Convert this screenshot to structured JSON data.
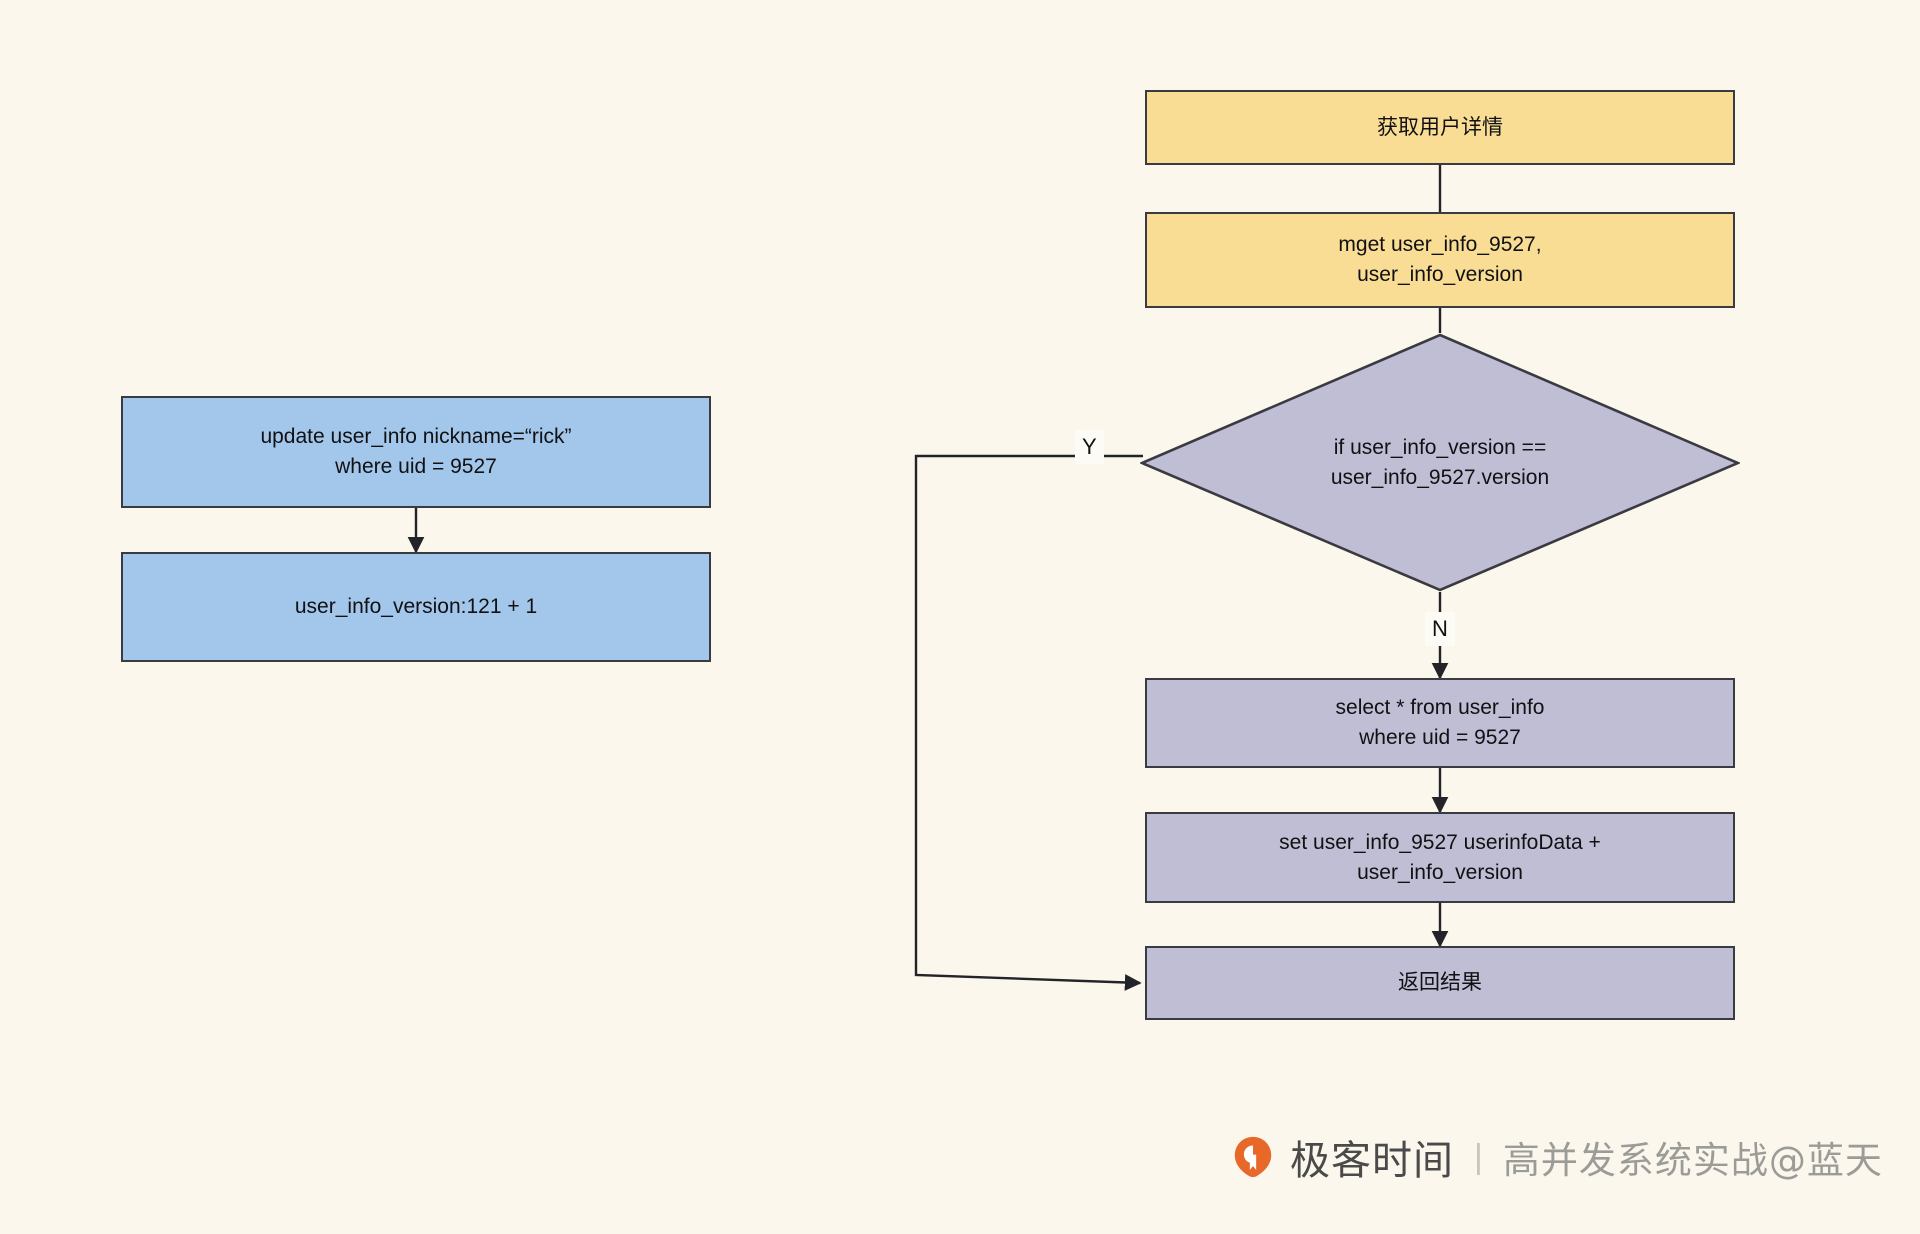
{
  "diagram": {
    "type": "flowchart",
    "background_color": "#fcf7ec",
    "colors": {
      "yellow_fill": "#f9dd94",
      "blue_fill": "#a3c7ea",
      "purple_fill": "#bfbed4",
      "stroke": "#3a3a42",
      "text": "#111114"
    },
    "left_branch": {
      "nodes": [
        {
          "id": "update-user-info",
          "shape": "rectangle",
          "fill": "blue",
          "text": "update user_info nickname=“rick”\nwhere uid = 9527"
        },
        {
          "id": "user-info-version-increment",
          "shape": "rectangle",
          "fill": "blue",
          "text": "user_info_version:121 + 1"
        }
      ],
      "edges": [
        {
          "from": "update-user-info",
          "to": "user-info-version-increment",
          "label": ""
        }
      ]
    },
    "right_branch": {
      "nodes": [
        {
          "id": "get-user-detail",
          "shape": "rectangle",
          "fill": "yellow",
          "text": "获取用户详情"
        },
        {
          "id": "mget-keys",
          "shape": "rectangle",
          "fill": "yellow",
          "text": "mget user_info_9527,\nuser_info_version"
        },
        {
          "id": "version-check",
          "shape": "diamond",
          "fill": "purple",
          "text": "if user_info_version ==\nuser_info_9527.version"
        },
        {
          "id": "select-user-info",
          "shape": "rectangle",
          "fill": "purple",
          "text": "select * from  user_info\nwhere uid = 9527"
        },
        {
          "id": "set-cache",
          "shape": "rectangle",
          "fill": "purple",
          "text": "set user_info_9527  userinfoData +\nuser_info_version"
        },
        {
          "id": "return-result",
          "shape": "rectangle",
          "fill": "purple",
          "text": "返回结果"
        }
      ],
      "edges": [
        {
          "from": "get-user-detail",
          "to": "mget-keys",
          "label": ""
        },
        {
          "from": "mget-keys",
          "to": "version-check",
          "label": ""
        },
        {
          "from": "version-check",
          "to": "return-result",
          "label": "Y"
        },
        {
          "from": "version-check",
          "to": "select-user-info",
          "label": "N"
        },
        {
          "from": "select-user-info",
          "to": "set-cache",
          "label": ""
        },
        {
          "from": "set-cache",
          "to": "return-result",
          "label": ""
        }
      ]
    },
    "edge_labels": {
      "yes": "Y",
      "no": "N"
    }
  },
  "watermark": {
    "brand": "极客时间",
    "separator": "|",
    "subtitle": "高并发系统实战@蓝天",
    "logo_color": "#e8682a"
  }
}
